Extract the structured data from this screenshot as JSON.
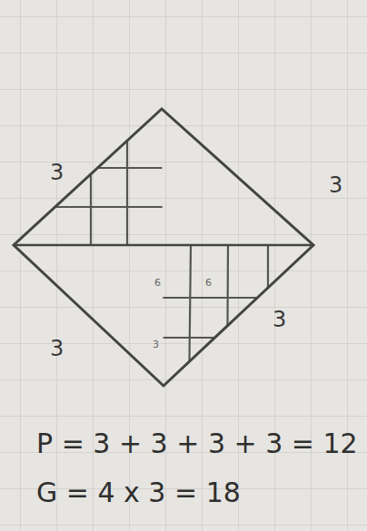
{
  "diagram": {
    "labels": [
      "3",
      "3",
      "3",
      "3",
      "6",
      "6",
      "3",
      "P = 3 + 3 + 3 + 3 = 12",
      "G = 4 x 3 = 18"
    ]
  }
}
